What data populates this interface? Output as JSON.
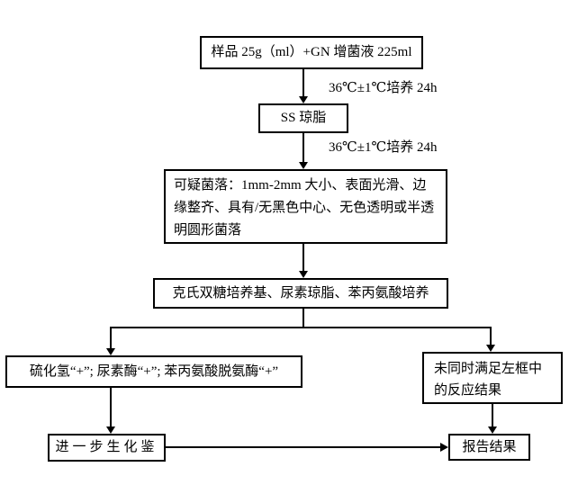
{
  "flowchart": {
    "background": "#ffffff",
    "line_color": "#000000",
    "text_color": "#000000",
    "nodes": [
      {
        "id": "sample-enrichment",
        "text": "样品 25g（ml）+GN 增菌液 225ml"
      },
      {
        "id": "ss-agar",
        "text": "SS 琼脂"
      },
      {
        "id": "suspect-colony",
        "text": "可疑菌落：1mm-2mm 大小、表面光滑、边缘整齐、具有/无黑色中心、无色透明或半透明圆形菌落"
      },
      {
        "id": "biochemical-media",
        "text": "克氏双糖培养基、尿素琼脂、苯丙氨酸培养"
      },
      {
        "id": "positive-results",
        "text": "硫化氢“+”; 尿素酶“+”; 苯丙氨酸脱氨酶“+”"
      },
      {
        "id": "unsatisfied-results",
        "text": "未同时满足左框中的反应结果"
      },
      {
        "id": "further-biochemical-id",
        "text": "进一步生化鉴"
      },
      {
        "id": "report-results",
        "text": "报告结果"
      }
    ],
    "edge_labels": [
      {
        "id": "incubation-1",
        "text": "36℃±1℃培养 24h"
      },
      {
        "id": "incubation-2",
        "text": "36℃±1℃培养 24h"
      }
    ]
  }
}
